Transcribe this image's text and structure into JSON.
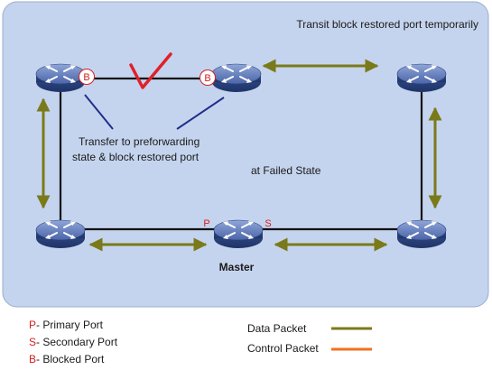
{
  "title": "Transit block restored port temporarily",
  "notes": {
    "transfer_line1": "Transfer to preforwarding",
    "transfer_line2": "state & block restored port",
    "failed_state": "at Failed State",
    "master": "Master"
  },
  "ports": {
    "blocked_letter": "B",
    "primary_letter": "P",
    "secondary_letter": "S"
  },
  "legend": {
    "primary": {
      "letter": "P",
      "text": " - Primary Port"
    },
    "secondary": {
      "letter": "S",
      "text": " - Secondary Port"
    },
    "blocked": {
      "letter": "B",
      "text": " - Blocked Port"
    },
    "data_packet": "Data Packet",
    "control_packet": "Control Packet"
  },
  "colors": {
    "panel": "#c5d4ee",
    "data_packet": "#7a7a1a",
    "control_packet": "#f07020",
    "link": "#111111",
    "port_red": "#d42020",
    "pointer": "#1f2f8a"
  },
  "icons": [
    "switch-icon",
    "failure-check-icon"
  ]
}
